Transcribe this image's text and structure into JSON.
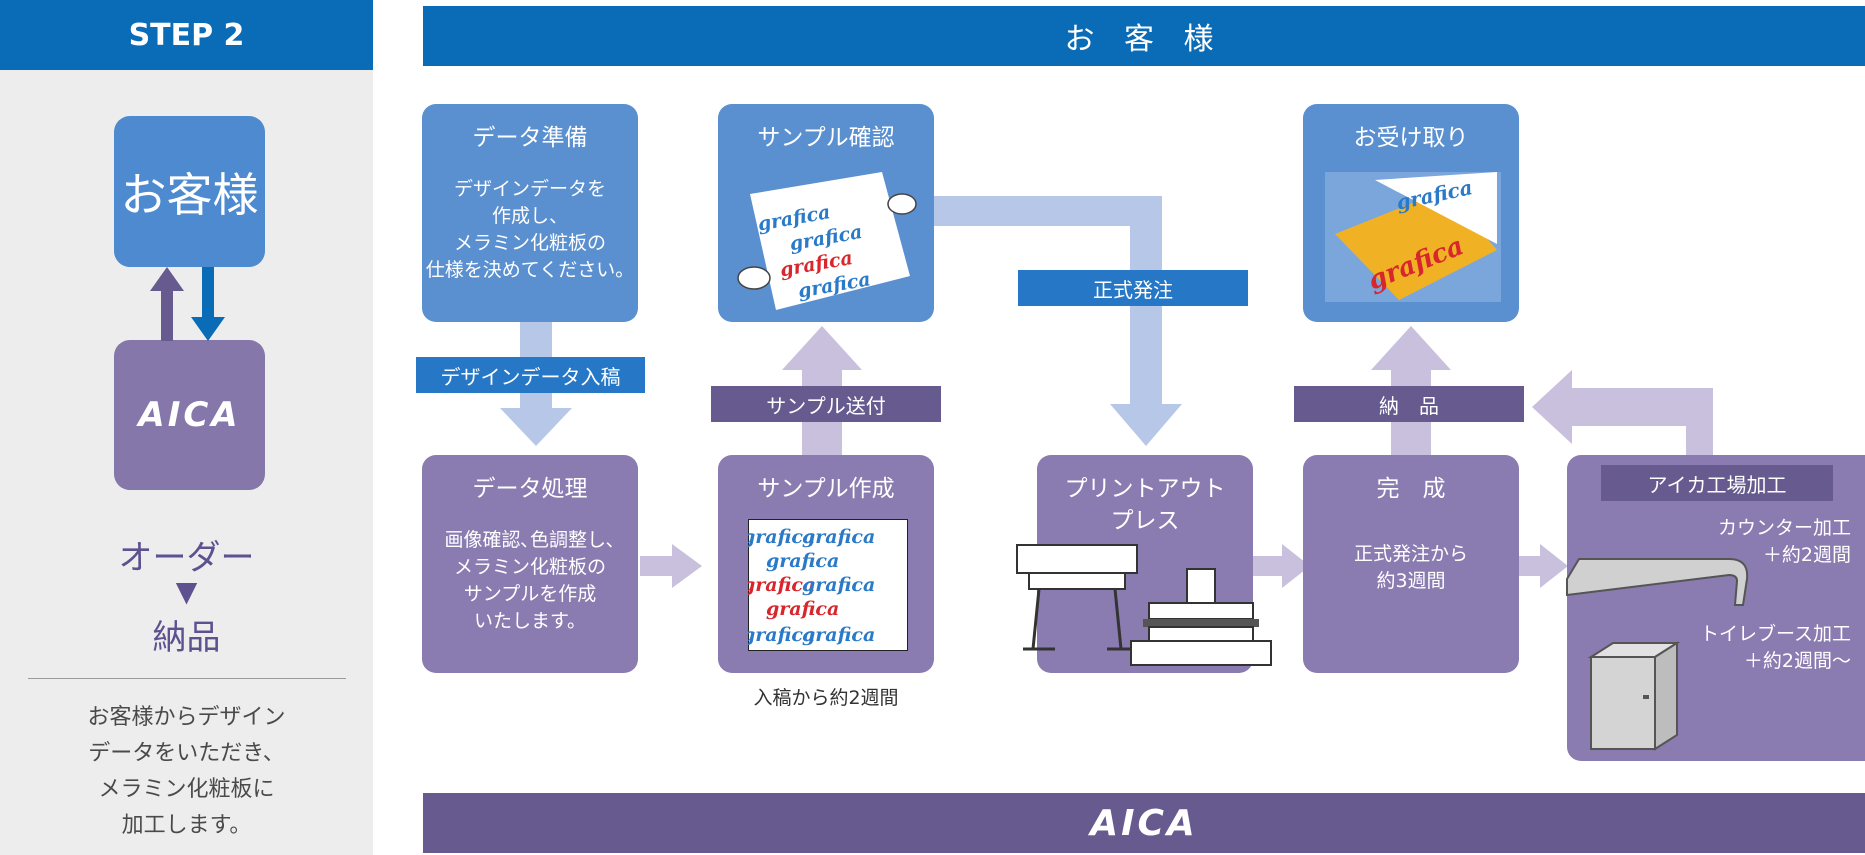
{
  "left_panel": {
    "step_label": "STEP 2",
    "customer_box": "お客様",
    "aica_logo": "AICA",
    "order": "オーダー",
    "order_arrow": "▼",
    "delivery": "納品",
    "description": [
      "お客様からデザイン",
      "データをいただき、",
      "メラミン化粧板に",
      "加工します。"
    ]
  },
  "top_banner": "お 客 様",
  "bottom_banner_logo": "AICA",
  "steps": {
    "data_prep": {
      "title": "データ準備",
      "desc": [
        "デザインデータを",
        "作成し、",
        "メラミン化粧板の",
        "仕様を決めてください。"
      ]
    },
    "sample_check": {
      "title": "サンプル確認"
    },
    "receive": {
      "title": "お受け取り"
    },
    "data_process": {
      "title": "データ処理",
      "desc": [
        "画像確認､色調整し､",
        "メラミン化粧板の",
        "サンプルを作成",
        "いたします。"
      ]
    },
    "sample_make": {
      "title": "サンプル作成",
      "caption": "入稿から約2週間"
    },
    "printout": {
      "title": [
        "プリントアウト",
        "プレス"
      ]
    },
    "complete": {
      "title": "完　成",
      "desc": [
        "正式発注から",
        "約3週間"
      ]
    },
    "aica_processing": {
      "title": "アイカ工場加工",
      "counter": "カウンター加工",
      "counter_time": "＋約2週間",
      "toilet": "トイレブース加工",
      "toilet_time": "＋約2週間～"
    }
  },
  "tags": {
    "design_submit": "デザインデータ入稿",
    "sample_send": "サンプル送付",
    "official_order": "正式発注",
    "delivery": "納　品"
  },
  "sample_word": "grafica",
  "colors": {
    "primary_blue": "#0a6bb7",
    "box_blue": "#5a8fd0",
    "box_purple": "#8a7cb0",
    "banner_purple": "#665a8f",
    "arrow_light_blue": "#b7c7e8",
    "arrow_light_purple": "#c8c0dc"
  }
}
